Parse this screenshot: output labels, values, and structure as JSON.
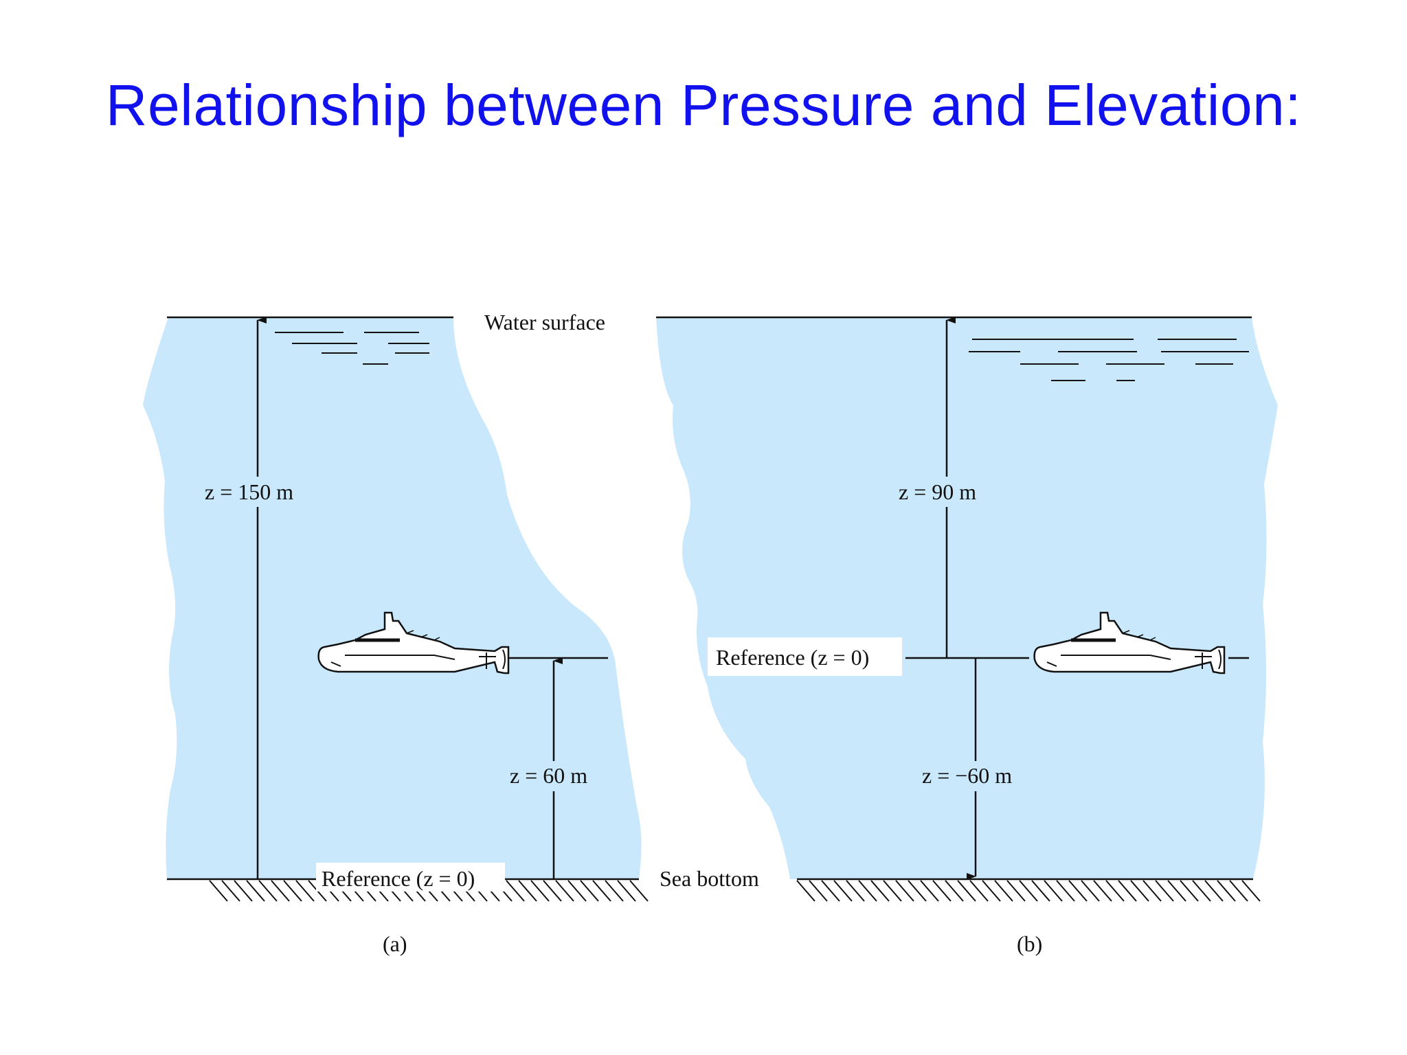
{
  "title": "Relationship between Pressure and Elevation:",
  "colors": {
    "title": "#1111ee",
    "water": "#c9e8fb",
    "ink": "#111111"
  },
  "labels": {
    "water_surface": "Water surface",
    "sea_bottom": "Sea bottom"
  },
  "panel_a": {
    "caption": "(a)",
    "z_total": "z = 150 m",
    "z_sub": "z = 60 m",
    "reference": "Reference (z = 0)"
  },
  "panel_b": {
    "caption": "(b)",
    "z_up": "z = 90 m",
    "z_down": "z = −60 m",
    "reference": "Reference (z = 0)"
  },
  "icons": [
    "submarine-icon",
    "submarine-icon"
  ]
}
